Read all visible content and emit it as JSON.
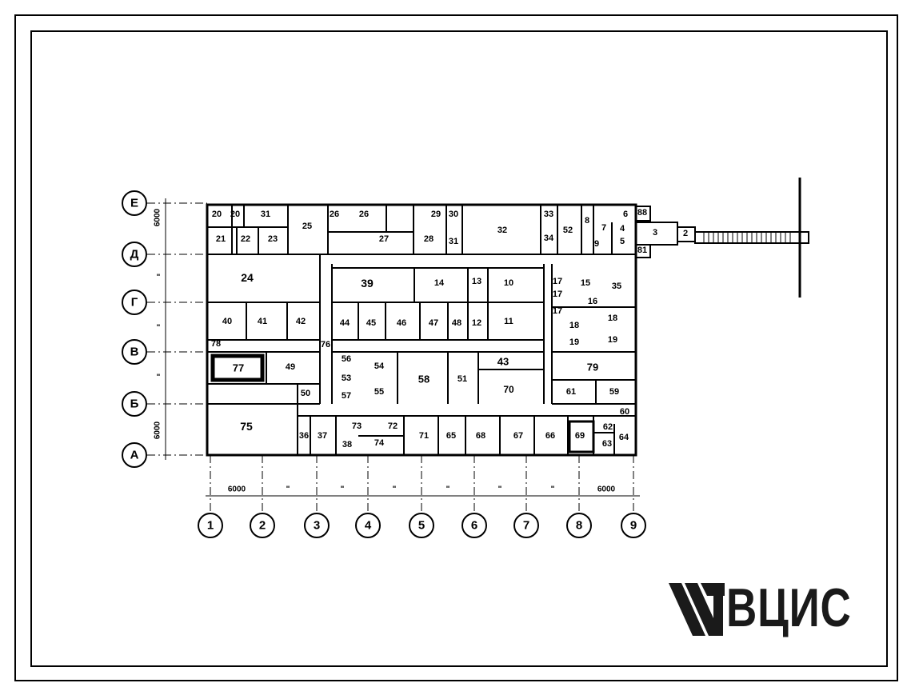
{
  "axes_rows": [
    "Е",
    "Д",
    "Г",
    "В",
    "Б",
    "А"
  ],
  "axes_cols": [
    "1",
    "2",
    "3",
    "4",
    "5",
    "6",
    "7",
    "8",
    "9"
  ],
  "dimensions": {
    "left_top": "6000",
    "left_bottom": "6000",
    "bottom_left": "6000",
    "bottom_right": "6000",
    "ditto": "\""
  },
  "rooms": [
    "20",
    "20",
    "31",
    "25",
    "26",
    "26",
    "27",
    "29",
    "30",
    "28",
    "31",
    "32",
    "33",
    "34",
    "52",
    "8",
    "6",
    "88",
    "7",
    "4",
    "3",
    "2",
    "9",
    "5",
    "81",
    "21",
    "22",
    "23",
    "24",
    "39",
    "14",
    "13",
    "10",
    "17",
    "17",
    "17",
    "15",
    "35",
    "16",
    "18",
    "18",
    "19",
    "19",
    "40",
    "41",
    "42",
    "44",
    "45",
    "46",
    "47",
    "48",
    "12",
    "11",
    "76",
    "78",
    "77",
    "49",
    "56",
    "54",
    "53",
    "55",
    "57",
    "58",
    "51",
    "43",
    "70",
    "79",
    "61",
    "59",
    "50",
    "60",
    "75",
    "36",
    "37",
    "73",
    "72",
    "74",
    "38",
    "71",
    "65",
    "68",
    "67",
    "66",
    "69",
    "62",
    "63",
    "64"
  ],
  "logo": {
    "text": "ВЦИС"
  },
  "colors": {
    "ink": "#000000",
    "logo": "#1a1a1a",
    "background": "#ffffff"
  }
}
